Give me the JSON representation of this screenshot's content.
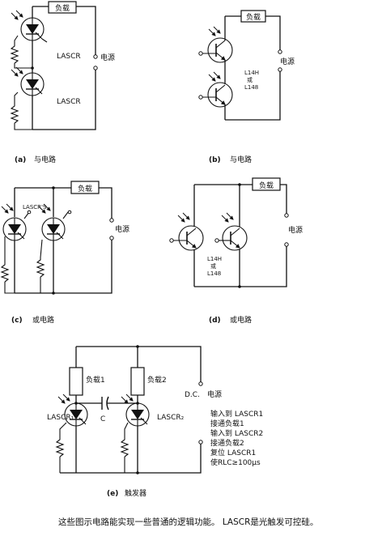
{
  "a": {
    "load": "负载",
    "scr": "LASCR",
    "scr2": "LASCR",
    "supply": "电源",
    "caption_letter": "(a)",
    "caption_text": "与电路"
  },
  "b": {
    "load": "负载",
    "tr_l1": "L14H",
    "tr_l2": "或",
    "tr_l3": "L148",
    "supply": "电源",
    "caption_letter": "(b)",
    "caption_text": "与电路"
  },
  "c": {
    "load": "负载",
    "scrs": "LASCR'S",
    "supply": "电源",
    "caption_letter": "(c)",
    "caption_text": "或电路"
  },
  "d": {
    "load": "负载",
    "tr_l1": "L14H",
    "tr_l2": "或",
    "tr_l3": "L148",
    "supply": "电源",
    "caption_letter": "(d)",
    "caption_text": "或电路"
  },
  "e": {
    "load1": "负载1",
    "load2": "负载2",
    "dc": "D.C.",
    "supply": "电源",
    "cap": "C",
    "scr1": "LASCR₁",
    "scr2": "LASCR₂",
    "notes": [
      "输入到 LASCR1",
      "接通负载1",
      "输入到 LASCR2",
      "接通负载2",
      "复位 LASCR1",
      "使RLC≥100μs"
    ],
    "caption_letter": "(e)",
    "caption_text": "触发器"
  },
  "footer": "这些图示电路能实现一些普通的逻辑功能。 LASCR是光触发可控硅。"
}
